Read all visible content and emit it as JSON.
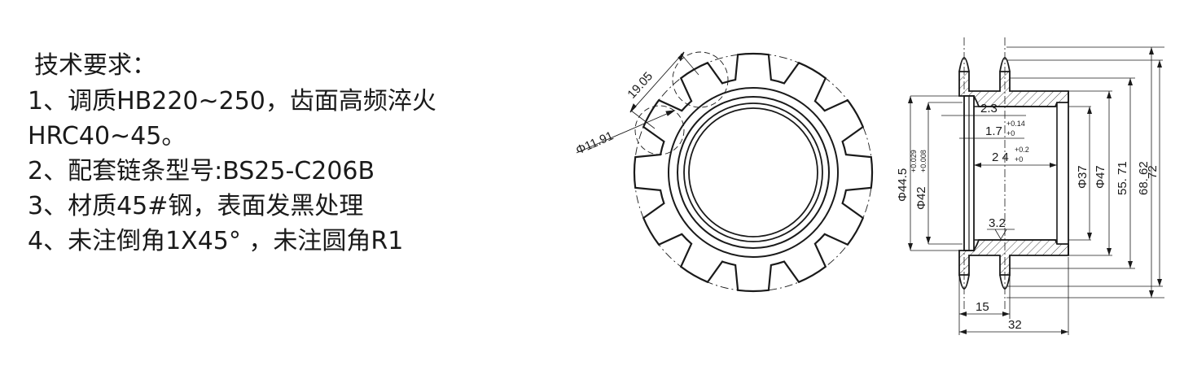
{
  "requirements": {
    "title": "技术要求：",
    "items": [
      "1、调质HB220~250，齿面高频淬火",
      "HRC40~45。",
      "2、配套链条型号:BS25-C206B",
      "3、材质45#钢，表面发黑处理",
      "4、未注倒角1X45°  ，未注圆角R1"
    ]
  },
  "front_view": {
    "dim_pitch": "19.05",
    "dim_roller": "Φ11.91"
  },
  "section_view": {
    "dim_2_3": "2.3",
    "dim_1_7": "1.7",
    "tol_1_7_upper": "+0.14",
    "tol_1_7_lower": "+0",
    "dim_24": "2 4",
    "tol_24_upper": "+0.2",
    "tol_24_lower": "+0",
    "dim_44_5": "Φ44.5",
    "dim_42": "Φ42",
    "tol_42_upper": "+0.029",
    "tol_42_lower": "+0.008",
    "dim_37": "Φ37",
    "dim_47": "Φ47",
    "dim_55_71": "55. 71",
    "dim_68_62": "68. 62",
    "dim_72": "72",
    "dim_3_2": "3.2",
    "dim_15": "15",
    "dim_32": "32"
  }
}
